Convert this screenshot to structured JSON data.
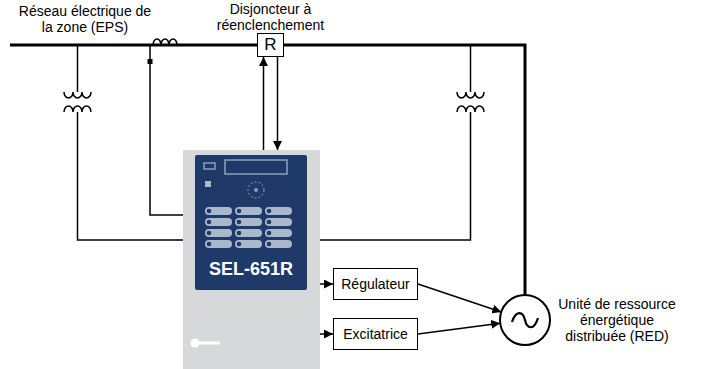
{
  "diagram": {
    "nodes": [
      {
        "text": [
          "Disjoncteur à réenclenchement",
          "R"
        ]
      },
      {
        "text": [
          "SEL-651R"
        ]
      },
      {
        "text": [
          "Régulateur"
        ]
      },
      {
        "text": [
          "Excitatrice"
        ]
      },
      {
        "text": [
          "Unité de ressource énergétique distribuée (RED)"
        ]
      }
    ],
    "edges": [
      {
        "from": 1,
        "to": 0,
        "arrow": "to"
      },
      {
        "from": 0,
        "to": 1,
        "arrow": "to"
      },
      {
        "from": 0,
        "to": 4,
        "arrow": "none"
      },
      {
        "from": 1,
        "to": 2,
        "arrow": "to"
      },
      {
        "from": 1,
        "to": 3,
        "arrow": "to"
      },
      {
        "from": 2,
        "to": 4,
        "arrow": "to"
      },
      {
        "from": 3,
        "to": 4,
        "arrow": "to"
      }
    ],
    "labels": [
      "Réseau électrique de la zone (EPS)"
    ]
  }
}
